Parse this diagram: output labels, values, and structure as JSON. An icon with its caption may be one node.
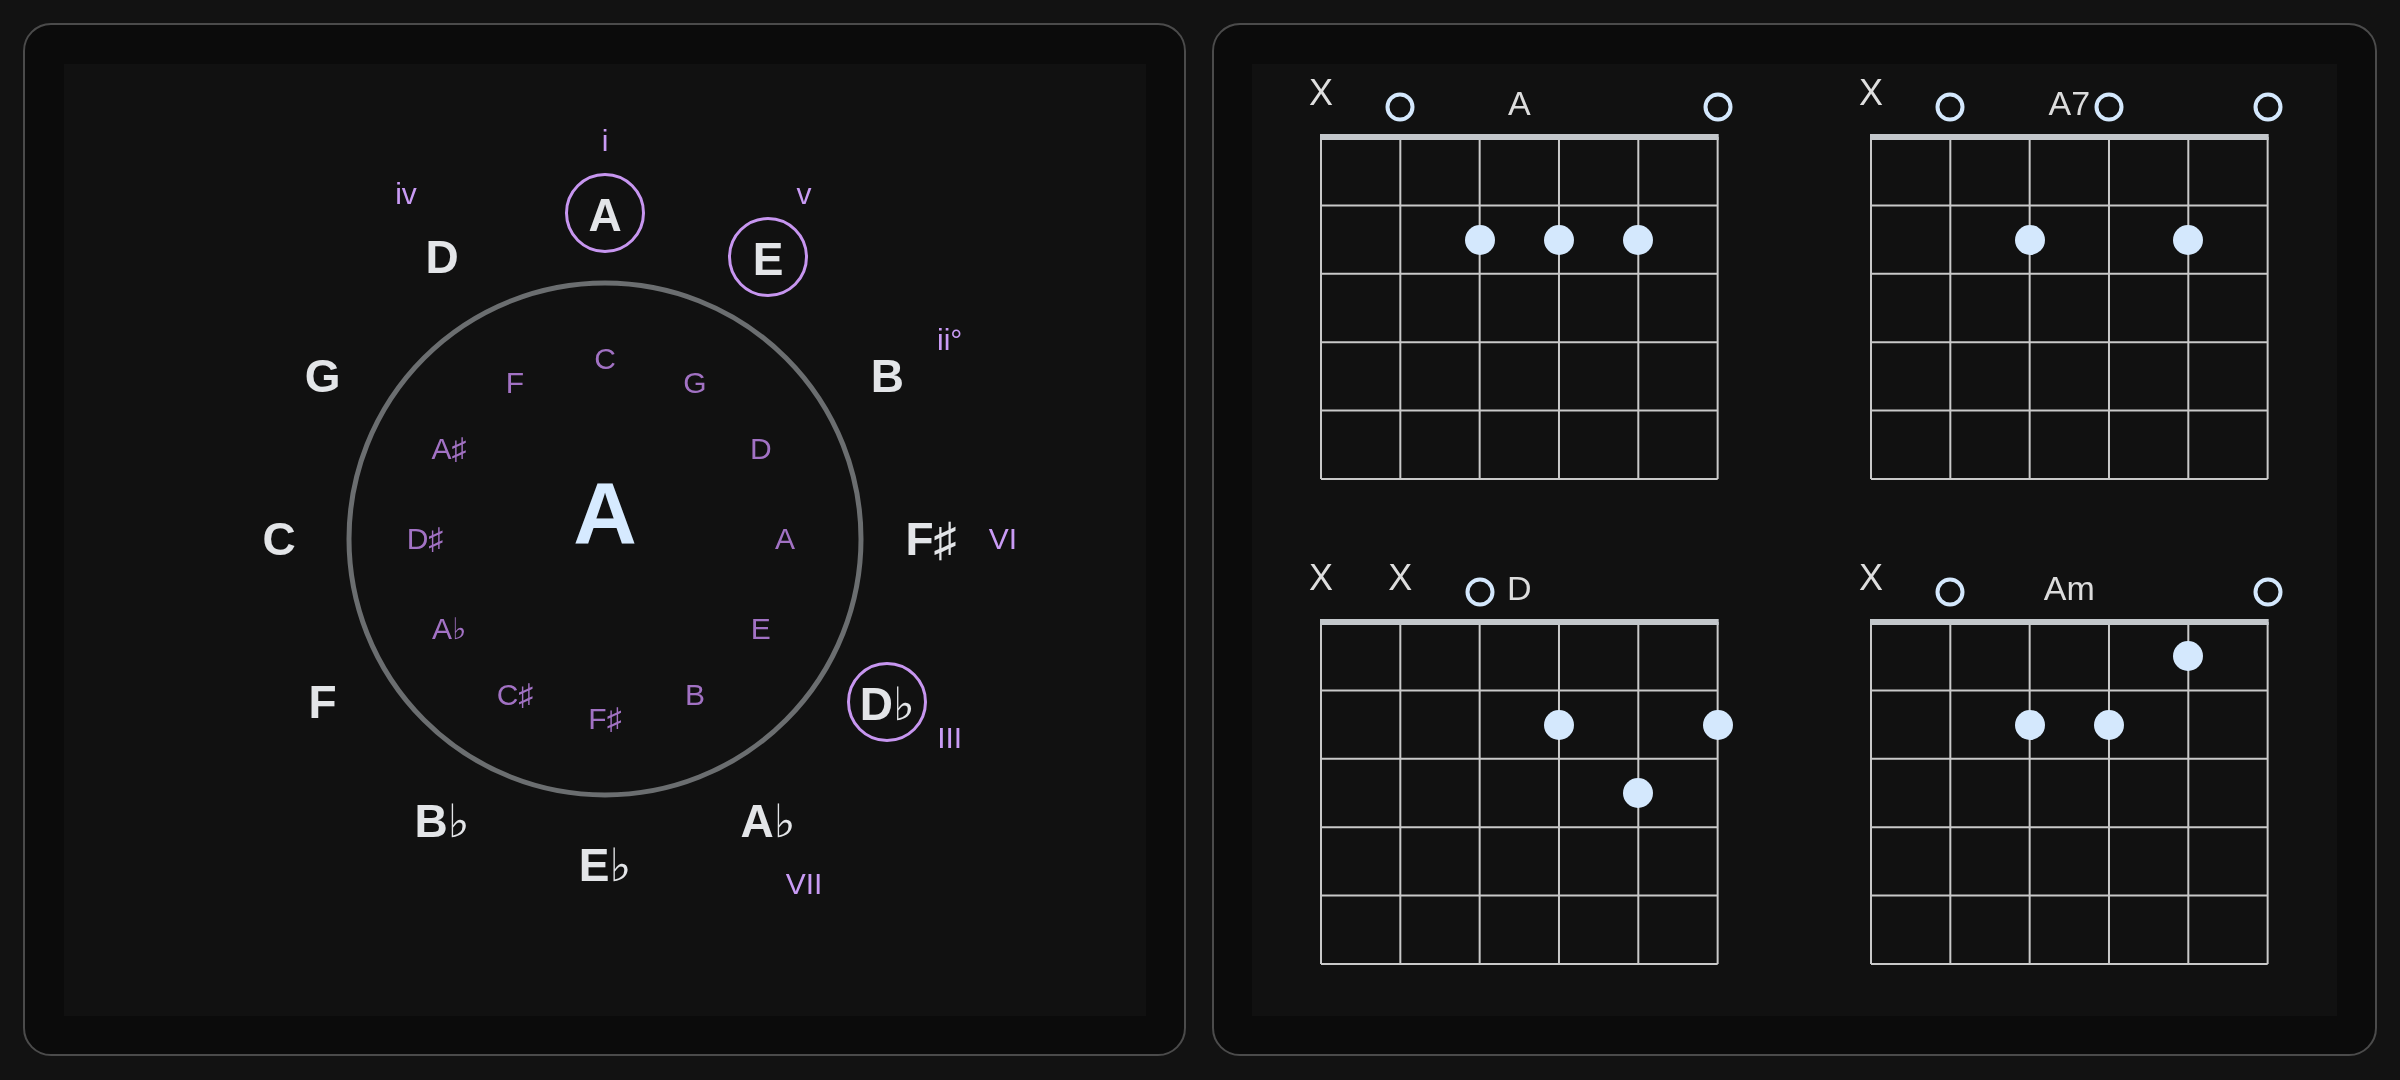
{
  "diagram": {
    "nodes": [
      {
        "text": [
          "A"
        ],
        "beside": [
          "i"
        ]
      },
      {
        "text": [
          "E"
        ],
        "beside": [
          "v"
        ]
      },
      {
        "text": [
          "C",
          "F",
          "G",
          "A♯",
          "D",
          "D♯",
          "A",
          "A",
          "A♭",
          "E",
          "C♯",
          "B",
          "F♯"
        ]
      },
      {
        "text": [
          "D♭"
        ],
        "beside": [
          "III"
        ]
      },
      {
        "text": [
          "A"
        ],
        "beside": [
          "X"
        ]
      },
      {
        "text": [
          "A7"
        ],
        "beside": [
          "X"
        ]
      },
      {
        "text": [
          "D"
        ],
        "beside": [
          "X",
          "X"
        ]
      },
      {
        "text": [
          "Am"
        ],
        "beside": [
          "X"
        ]
      }
    ],
    "labels": [
      "iv",
      "D",
      "ii°",
      "G",
      "B",
      "C",
      "F♯",
      "VI",
      "F",
      "B♭",
      "A♭",
      "E♭",
      "VII"
    ]
  }
}
